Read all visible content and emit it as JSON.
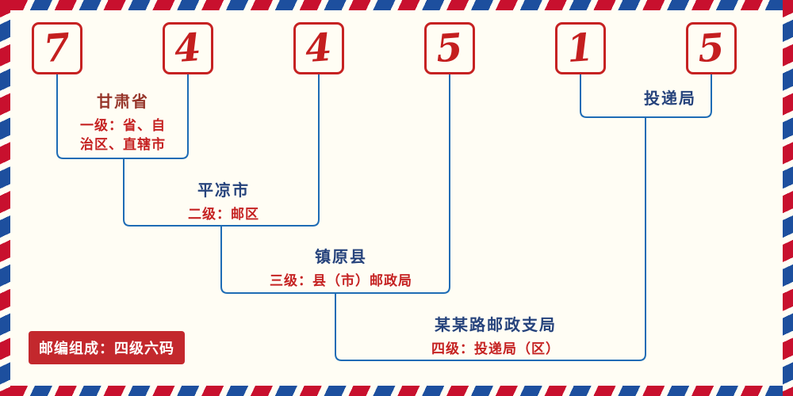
{
  "postal_code": {
    "digits": [
      "7",
      "4",
      "4",
      "5",
      "1",
      "5"
    ]
  },
  "labels": {
    "level1": {
      "title": "甘肃省",
      "desc_line1": "一级：省、自",
      "desc_line2": "治区、直辖市"
    },
    "level2": {
      "title": "平凉市",
      "desc": "二级：邮区"
    },
    "level3": {
      "title": "镇原县",
      "desc": "三级：县（市）邮政局"
    },
    "level4": {
      "title": "某某路邮政支局",
      "desc": "四级：投递局（区）"
    },
    "delivery": {
      "title": "投递局"
    }
  },
  "footer": {
    "composition": "邮编组成：四级六码"
  },
  "colors": {
    "digit_red": "#c41f1f",
    "box_border_red": "#c62222",
    "line_blue": "#1e6cb5",
    "title_navy": "#26437c",
    "title_maroon": "#96352a",
    "desc_red": "#c52222",
    "badge_red": "#c3282d",
    "stripe_red": "#c8102e",
    "stripe_blue": "#1d4f9e",
    "background": "#fffdf4"
  }
}
